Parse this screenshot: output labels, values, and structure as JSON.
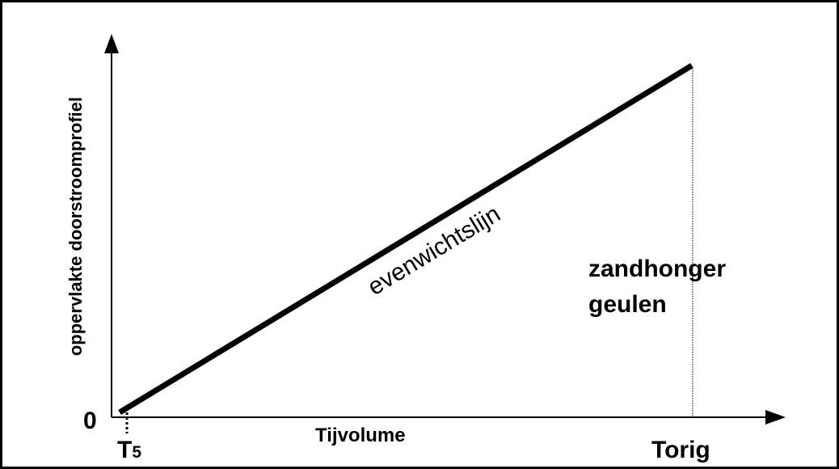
{
  "diagram": {
    "y_axis_label": "oppervlakte doorstroomprofiel",
    "x_axis_label": "Tijvolume",
    "origin_label": "0",
    "t5_label_main": "T",
    "t5_label_sub": "5",
    "torig_label": "Torig",
    "line_label": "evenwichtslijn",
    "annotation_line1": "zandhonger",
    "annotation_line2": "geulen",
    "colors": {
      "axis": "#000000",
      "line": "#000000",
      "background": "#ffffff"
    }
  }
}
